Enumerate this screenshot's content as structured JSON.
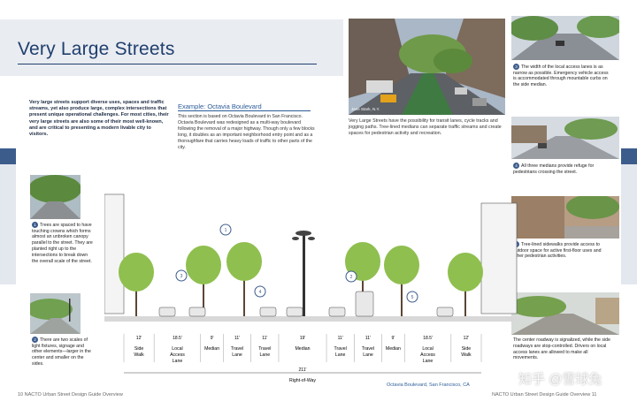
{
  "title": "Very Large Streets",
  "intro": "Very large streets support diverse uses, spaces and traffic streams, yet also produce large, complex intersections that present unique operational challenges. For most cities, their very large streets are also some of their most well-known, and are critical to presenting a modern livable city to visitors.",
  "example": {
    "heading": "Example: Octavia Boulevard",
    "body": "This section is based on Octavia Boulevard in San Francisco. Octavia Boulevard was redesigned as a multi-way boulevard following the removal of a major highway. Though only a few blocks long, it doubles as an important neighborhood entry point and as a thoroughfare that carries heavy loads of traffic to other parts of the city."
  },
  "main_photo": {
    "credit": "Jane Stark, N.Y.",
    "caption": "Very Large Streets have the possibility for transit lanes, cycle tracks and jogging paths. Tree-lined medians can separate traffic streams and create spaces for pedestrian activity and recreation."
  },
  "notes": [
    {
      "num": "1",
      "text": "Trees are spaced to have touching crowns which forms almost an unbroken canopy parallel to the street. They are planted right up to the intersections to break down the overall scale of the street."
    },
    {
      "num": "2",
      "text": "There are two scales of light fixtures, signage and other elements—larger in the center and smaller on the sides."
    },
    {
      "num": "3",
      "text": "The width of the local access lanes is as narrow as possible. Emergency vehicle access is accommodated through mountable curbs on the side median."
    },
    {
      "num": "4",
      "text": "All three medians provide refuge for pedestrians crossing the street."
    },
    {
      "num": "5",
      "text": "Tree-lined sidewalks provide access to outdoor space for active first-floor uses and other pedestrian activities."
    },
    {
      "num": "",
      "text": "The center roadway is signalized, while the side roadways are stop-controlled. Drivers on local access lanes are allowed to make all movements."
    }
  ],
  "diagram": {
    "segments": [
      {
        "dim": "12'",
        "label": "Side Walk"
      },
      {
        "dim": "18.5'",
        "label": "Local Access Lane"
      },
      {
        "dim": "9'",
        "label": "Median"
      },
      {
        "dim": "11'",
        "label": "Travel Lane"
      },
      {
        "dim": "11'",
        "label": "Travel Lane"
      },
      {
        "dim": "19'",
        "label": "Median"
      },
      {
        "dim": "11'",
        "label": "Travel Lane"
      },
      {
        "dim": "11'",
        "label": "Travel Lane"
      },
      {
        "dim": "9'",
        "label": "Median"
      },
      {
        "dim": "18.5'",
        "label": "Local Access Lane"
      },
      {
        "dim": "12'",
        "label": "Side Walk"
      }
    ],
    "total": "211'",
    "total_label": "Right-of-Way",
    "callouts": [
      "1",
      "2",
      "3",
      "4",
      "5"
    ]
  },
  "location": "Octavia Boulevard, San Francisco, CA",
  "footer_left": "10    NACTO Urban Street Design Guide Overview",
  "footer_right": "NACTO Urban Street Design Guide Overview    11",
  "watermark": "知乎 @雪球兔",
  "colors": {
    "brand": "#1f3f6e",
    "accent": "#2c5d99",
    "band": "#3c5c8c"
  }
}
